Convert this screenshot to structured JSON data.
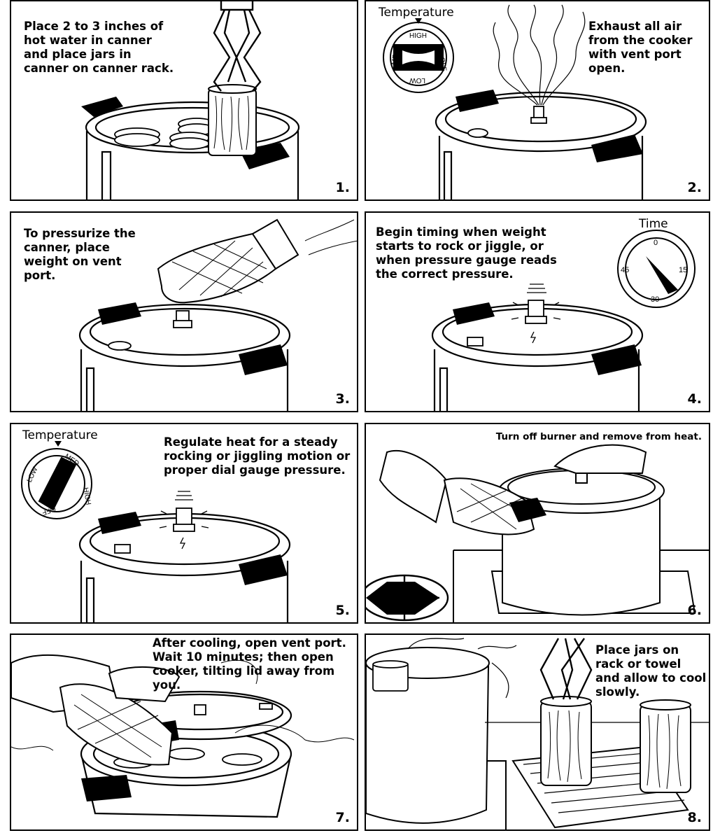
{
  "steps": [
    {
      "number": "1.",
      "text": "Place 2 to 3 inches of hot water in canner and place jars in canner on canner rack."
    },
    {
      "number": "2.",
      "text": "Exhaust all air from the cooker with vent port open."
    },
    {
      "number": "3.",
      "text": "To pressurize the canner, place weight on vent port."
    },
    {
      "number": "4.",
      "text": "Begin timing when weight starts to rock or jiggle, or when pressure gauge reads the correct pressure."
    },
    {
      "number": "5.",
      "text": "Regulate heat for a steady rocking or jiggling motion or proper dial gauge pressure."
    },
    {
      "number": "6.",
      "text": "Turn off burner and remove from heat."
    },
    {
      "number": "7.",
      "text": "After cooling, open vent port. Wait 10 minutes; then open cooker, tilting lid away from you."
    },
    {
      "number": "8.",
      "text": "Place jars on rack or towel and allow to cool slowly."
    }
  ],
  "temperature_dial": {
    "title": "Temperature",
    "labels": {
      "high": "HIGH",
      "off": "OFF",
      "low": "LOW",
      "med": "MED"
    }
  },
  "timer_dial": {
    "title": "Time",
    "labels": {
      "t0": "0",
      "t15": "15",
      "t30": "30",
      "t45": "45"
    }
  }
}
